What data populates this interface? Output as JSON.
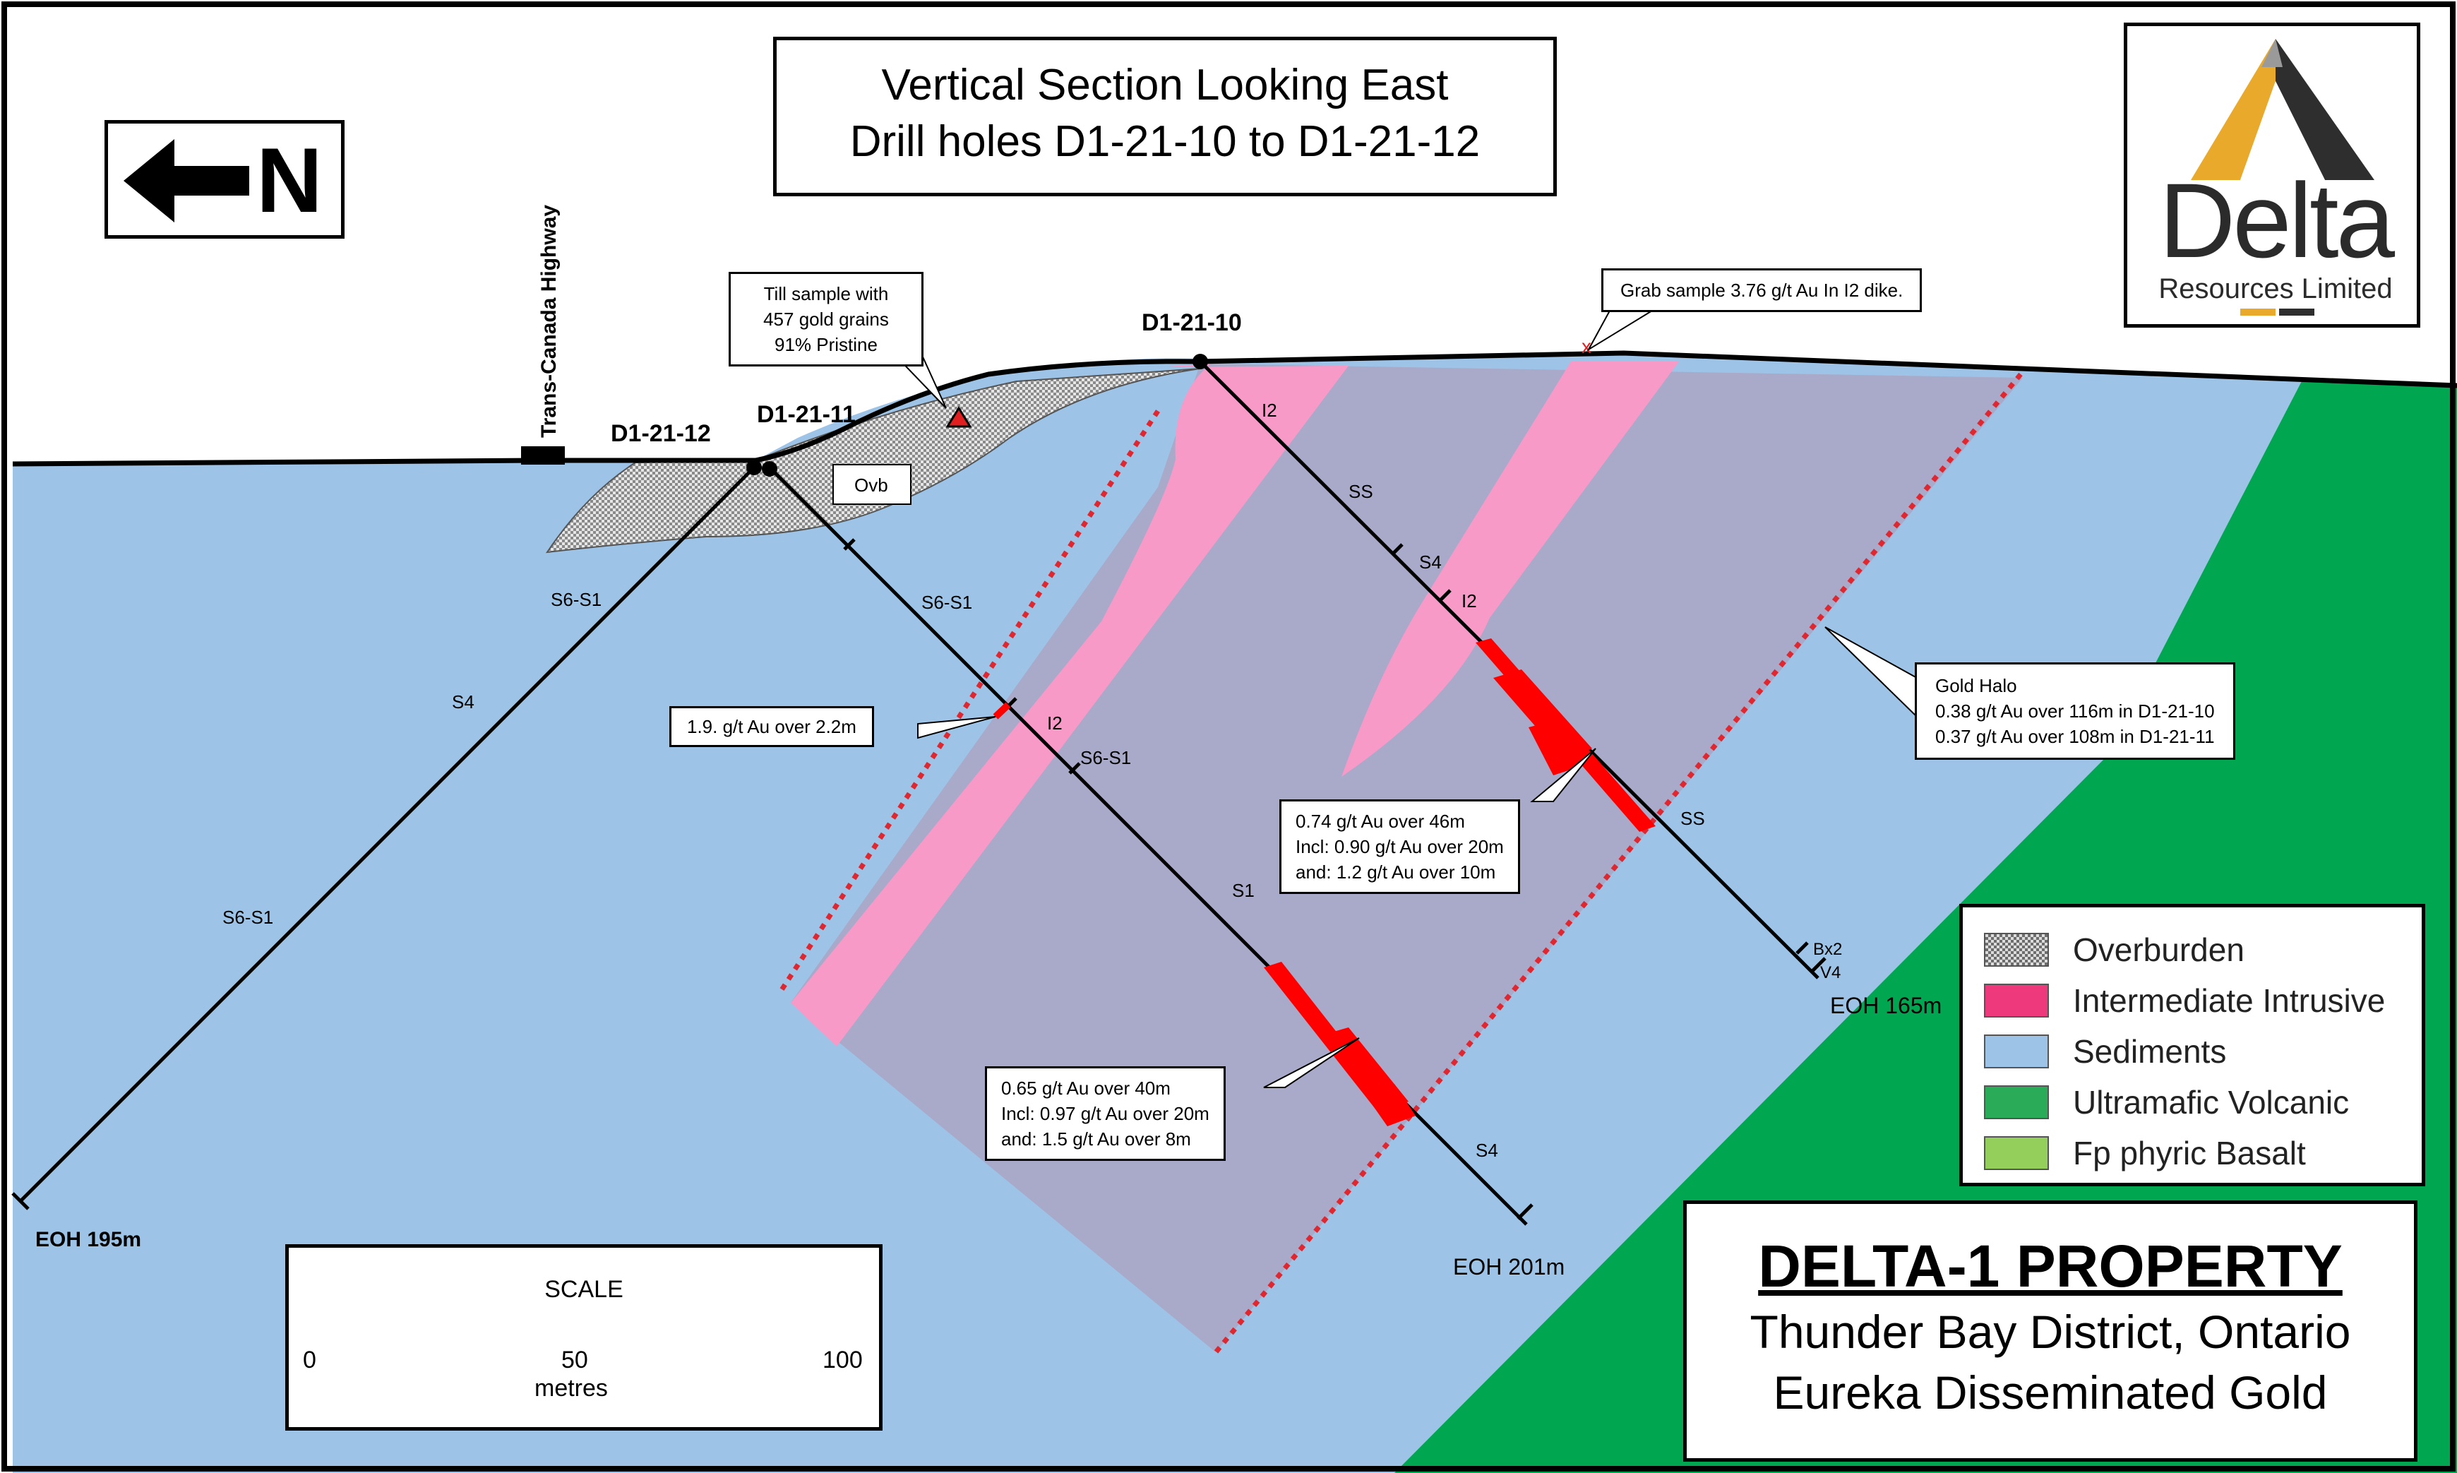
{
  "title": {
    "line1": "Vertical Section Looking East",
    "line2": "Drill holes D1-21-10 to D1-21-12"
  },
  "north": {
    "letter": "N",
    "icon": "arrow-left-icon"
  },
  "logo": {
    "word": "Delta",
    "subtitle": "Resources Limited",
    "colors": {
      "gold": "#e9a92a",
      "dark": "#2e2e2e"
    }
  },
  "highway": "Trans-Canada Highway",
  "holes": {
    "d10": {
      "name": "D1-21-10",
      "eoh": "EOH 165m"
    },
    "d11": {
      "name": "D1-21-11",
      "eoh": "EOH 201m"
    },
    "d12": {
      "name": "D1-21-12",
      "eoh": "EOH 195m"
    }
  },
  "units": {
    "ovb": "Ovb",
    "i2": "I2",
    "ss": "SS",
    "s4": "S4",
    "s6s1": "S6-S1",
    "s1": "S1",
    "bx2": "Bx2",
    "v4": "V4"
  },
  "callouts": {
    "till": [
      "Till sample with",
      "457 gold grains",
      "91% Pristine"
    ],
    "grab": "Grab sample 3.76 g/t Au In I2 dike.",
    "halo": [
      "Gold Halo",
      "0.38 g/t Au over 116m in D1-21-10",
      "0.37 g/t Au over 108m in D1-21-11"
    ],
    "i2_intercept": "1.9. g/t Au over 2.2m",
    "d10_intercept": [
      "0.74 g/t Au over 46m",
      "Incl: 0.90 g/t Au over 20m",
      "and: 1.2 g/t Au over 10m"
    ],
    "d11_intercept": [
      "0.65 g/t Au over 40m",
      "Incl: 0.97 g/t Au over 20m",
      "and: 1.5 g/t Au over 8m"
    ]
  },
  "scale": {
    "title": "SCALE",
    "t0": "0",
    "t50": "50",
    "t100": "100",
    "unit": "metres"
  },
  "legend": [
    {
      "label": "Overburden",
      "color": "#9a9a9a"
    },
    {
      "label": "Intermediate Intrusive",
      "color": "#ee3a7c"
    },
    {
      "label": "Sediments",
      "color": "#9dc3e6"
    },
    {
      "label": "Ultramafic Volcanic",
      "color": "#2aab57"
    },
    {
      "label": "Fp phyric Basalt",
      "color": "#93cf5a"
    }
  ],
  "property": {
    "title": "DELTA-1 PROPERTY",
    "line2": "Thunder Bay District, Ontario",
    "line3": "Eureka Disseminated Gold"
  },
  "colors": {
    "sediment": "#9dc3e6",
    "halo": "#a8a8c8",
    "intrusive": "#f79ac8",
    "ultramafic": "#00a650",
    "assay": "#ff0000",
    "halo_line": "#e0262e"
  }
}
